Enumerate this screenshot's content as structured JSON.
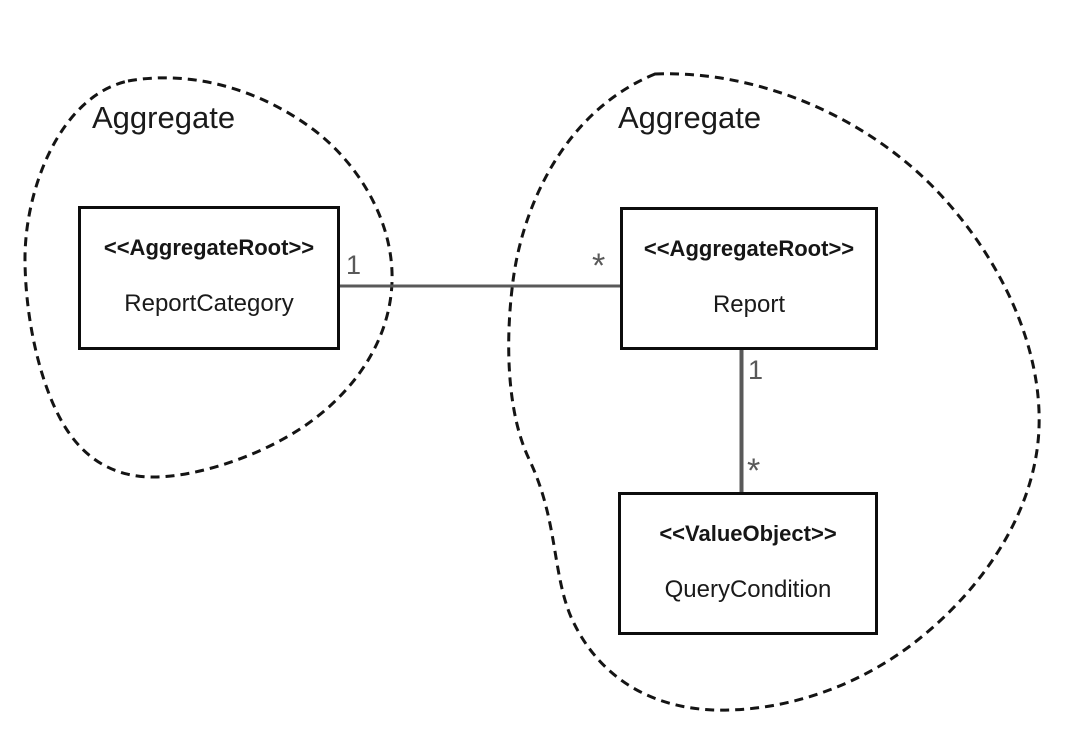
{
  "diagram": {
    "type": "uml-aggregate-diagram",
    "background_color": "#ffffff",
    "colors": {
      "boundary_stroke": "#141414",
      "box_border": "#0d0d0d",
      "text": "#1a1a1a",
      "connector": "#595959",
      "multiplicity": "#595959"
    },
    "aggregates": [
      {
        "label": "Aggregate",
        "contains": [
          "ReportCategory"
        ]
      },
      {
        "label": "Aggregate",
        "contains": [
          "Report",
          "QueryCondition"
        ]
      }
    ],
    "classes": [
      {
        "stereotype": "<<AggregateRoot>>",
        "name": "ReportCategory"
      },
      {
        "stereotype": "<<AggregateRoot>>",
        "name": "Report"
      },
      {
        "stereotype": "<<ValueObject>>",
        "name": "QueryCondition"
      }
    ],
    "associations": [
      {
        "from": "ReportCategory",
        "to": "Report",
        "from_multiplicity": "1",
        "to_multiplicity": "*"
      },
      {
        "from": "Report",
        "to": "QueryCondition",
        "from_multiplicity": "1",
        "to_multiplicity": "*"
      }
    ]
  }
}
